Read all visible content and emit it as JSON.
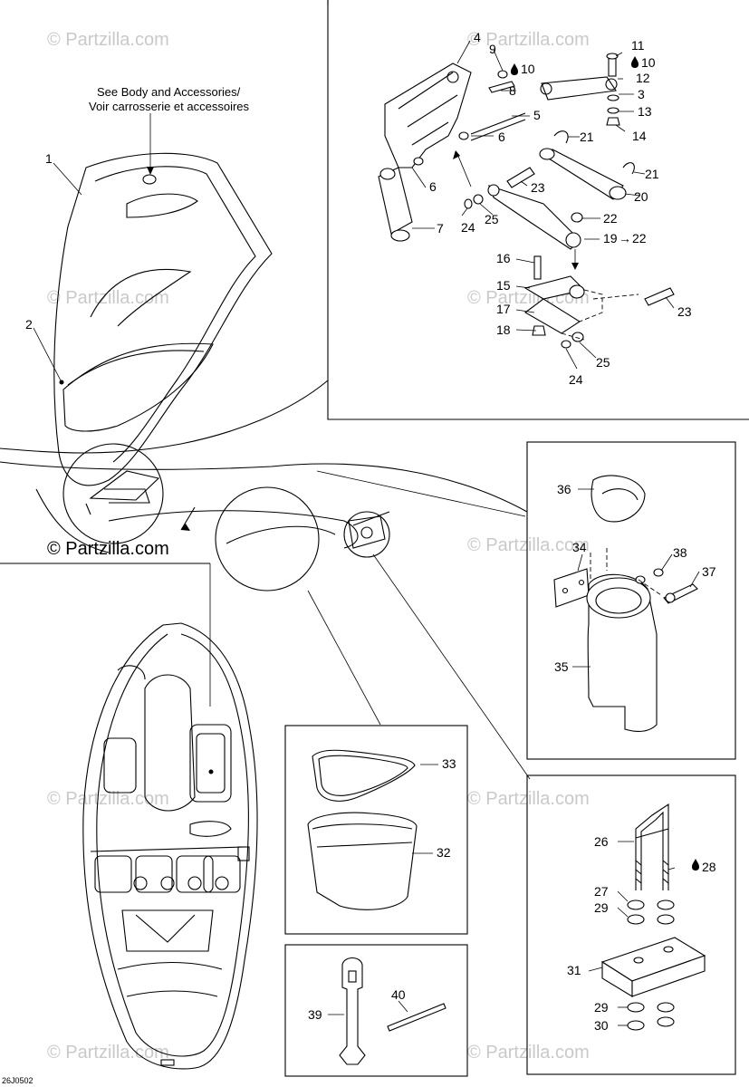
{
  "note": {
    "line1": "See Body and Accessories/",
    "line2": "Voir carrosserie et accessoires"
  },
  "watermark": {
    "main": "© Partzilla.com",
    "faint": "© Partzilla.com"
  },
  "diagram_code": "26J0502",
  "labels": {
    "n1": "1",
    "n2": "2",
    "n3": "3",
    "n4": "4",
    "n5": "5",
    "n6a": "6",
    "n6b": "6",
    "n7": "7",
    "n8": "8",
    "n9": "9",
    "n10a": "10",
    "n10b": "10",
    "n11": "11",
    "n12": "12",
    "n13": "13",
    "n14": "14",
    "n15": "15",
    "n16": "16",
    "n17": "17",
    "n18": "18",
    "n19": "19",
    "n19to": "22",
    "n20": "20",
    "n21a": "21",
    "n21b": "21",
    "n22": "22",
    "n23a": "23",
    "n23b": "23",
    "n24a": "24",
    "n24b": "24",
    "n25a": "25",
    "n25b": "25",
    "n26": "26",
    "n27": "27",
    "n28": "28",
    "n29a": "29",
    "n29b": "29",
    "n30": "30",
    "n31": "31",
    "n32": "32",
    "n33": "33",
    "n34": "34",
    "n35": "35",
    "n36": "36",
    "n37": "37",
    "n38": "38",
    "n39": "39",
    "n40": "40"
  },
  "symbols": {
    "arrow": "→",
    "drop": "drop-icon"
  }
}
